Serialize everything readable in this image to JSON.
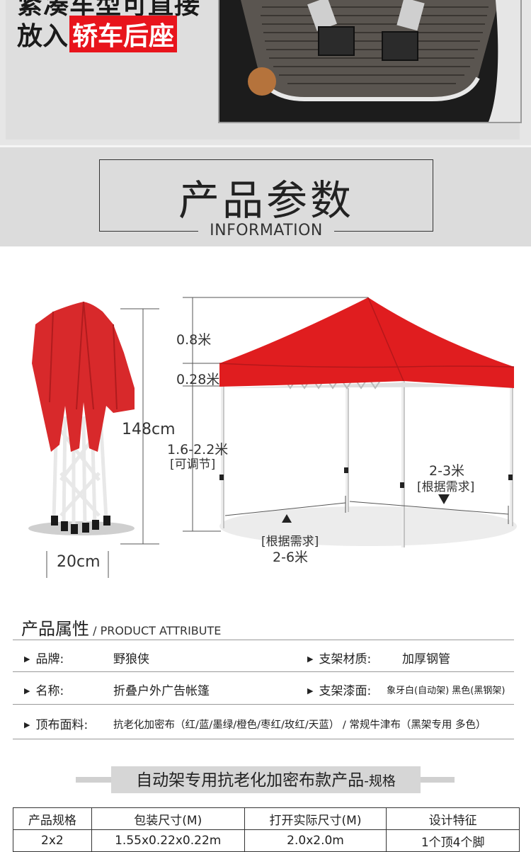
{
  "banner": {
    "line1": "紧凑车型可直接",
    "line2_prefix": "放入",
    "line2_highlight": "轿车后座"
  },
  "params": {
    "title": "产品参数",
    "subtitle": "INFORMATION"
  },
  "diagram": {
    "folded_height": "148cm",
    "folded_width": "20cm",
    "roof_height": "0.8米",
    "valance_height": "0.28米",
    "leg_height": "1.6-2.2米",
    "leg_note": "[可调节]",
    "depth_value": "2-3米",
    "depth_note": "[根据需求]",
    "width_note": "[根据需求]",
    "width_value": "2-6米",
    "canopy_color": "#e01d1f"
  },
  "attributes": {
    "heading_cn": "产品属性",
    "heading_en": "/ PRODUCT ATTRIBUTE",
    "rows": [
      {
        "k1": "品牌:",
        "v1": "野狼侠",
        "k2": "支架材质:",
        "v2": "加厚钢管"
      },
      {
        "k1": "名称:",
        "v1": "折叠户外广告帐篷",
        "k2": "支架漆面:",
        "v2": "象牙白(自动架)  黑色(黑钢架)"
      },
      {
        "k1": "顶布面料:",
        "v1": "抗老化加密布（红/蓝/墨绿/橙色/枣红/玫红/天蓝） / 常规牛津布（黑架专用 多色）"
      }
    ]
  },
  "spec": {
    "title": "自动架专用抗老化加密布款产品",
    "title_suffix": "-规格",
    "headers": [
      "产品规格",
      "包装尺寸(M)",
      "打开实际尺寸(M)",
      "设计特征"
    ],
    "row1": [
      "2x2",
      "1.55x0.22x0.22m",
      "2.0x2.0m",
      "1个顶4个脚"
    ]
  }
}
